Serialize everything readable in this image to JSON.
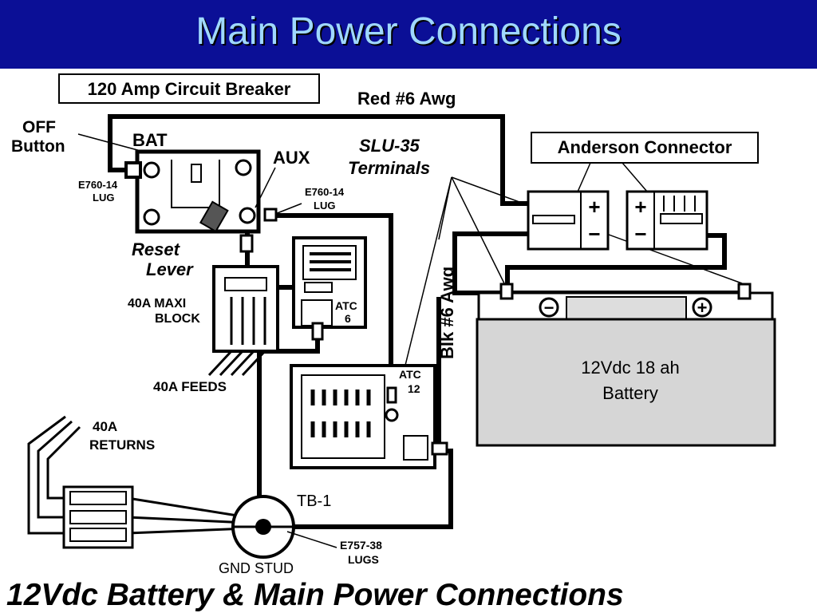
{
  "slide": {
    "title": "Main Power Connections"
  },
  "diagram": {
    "caption": "12Vdc Battery & Main Power Connections",
    "labels": {
      "breaker": "120 Amp Circuit Breaker",
      "red_wire": "Red #6 Awg",
      "off_button_1": "OFF",
      "off_button_2": "Button",
      "bat": "BAT",
      "aux": "AUX",
      "slu_1": "SLU-35",
      "slu_2": "Terminals",
      "anderson": "Anderson Connector",
      "lug_left_1": "E760-14",
      "lug_left_2": "LUG",
      "lug_right_1": "E760-14",
      "lug_right_2": "LUG",
      "reset_1": "Reset",
      "reset_2": "Lever",
      "maxi_1": "40A MAXI",
      "maxi_2": "BLOCK",
      "atc6_1": "ATC",
      "atc6_2": "6",
      "atc12_1": "ATC",
      "atc12_2": "12",
      "blk_wire": "Blk #6 Awg",
      "feeds": "40A FEEDS",
      "returns_1": "40A",
      "returns_2": "RETURNS",
      "battery_1": "12Vdc 18 ah",
      "battery_2": "Battery",
      "tb1": "TB-1",
      "gnd": "GND STUD",
      "e757_1": "E757-38",
      "e757_2": "LUGS",
      "plus": "+",
      "minus": "−"
    }
  }
}
